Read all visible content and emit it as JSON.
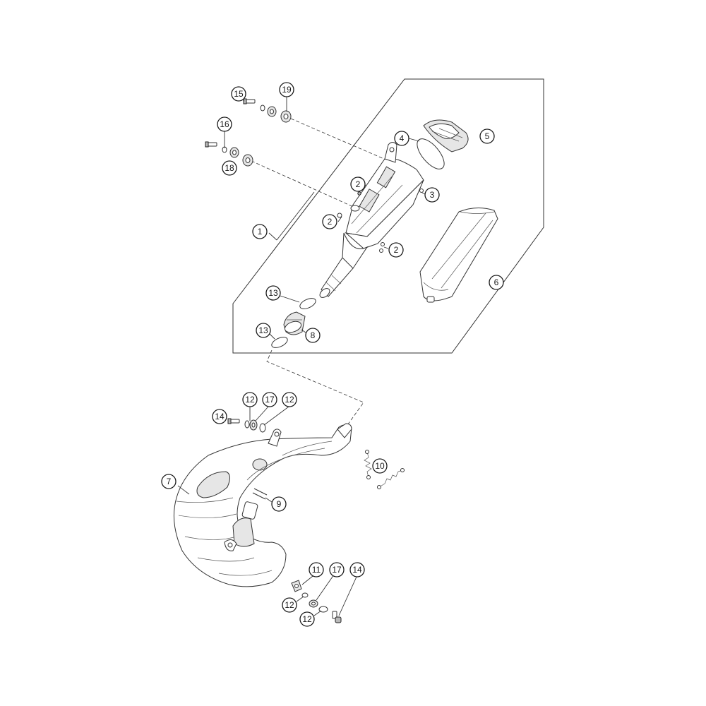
{
  "diagram": {
    "callouts": [
      {
        "id": "c15",
        "label": "15"
      },
      {
        "id": "c19",
        "label": "19"
      },
      {
        "id": "c16",
        "label": "16"
      },
      {
        "id": "c18",
        "label": "18"
      },
      {
        "id": "c4",
        "label": "4"
      },
      {
        "id": "c5",
        "label": "5"
      },
      {
        "id": "c2a",
        "label": "2"
      },
      {
        "id": "c3",
        "label": "3"
      },
      {
        "id": "c2b",
        "label": "2"
      },
      {
        "id": "c1",
        "label": "1"
      },
      {
        "id": "c2c",
        "label": "2"
      },
      {
        "id": "c6",
        "label": "6"
      },
      {
        "id": "c13a",
        "label": "13"
      },
      {
        "id": "c13b",
        "label": "13"
      },
      {
        "id": "c8",
        "label": "8"
      },
      {
        "id": "c12a",
        "label": "12"
      },
      {
        "id": "c17a",
        "label": "17"
      },
      {
        "id": "c12b",
        "label": "12"
      },
      {
        "id": "c14a",
        "label": "14"
      },
      {
        "id": "c10",
        "label": "10"
      },
      {
        "id": "c7",
        "label": "7"
      },
      {
        "id": "c9",
        "label": "9"
      },
      {
        "id": "c11",
        "label": "11"
      },
      {
        "id": "c17b",
        "label": "17"
      },
      {
        "id": "c14b",
        "label": "14"
      },
      {
        "id": "c12c",
        "label": "12"
      },
      {
        "id": "c12d",
        "label": "12"
      }
    ]
  }
}
